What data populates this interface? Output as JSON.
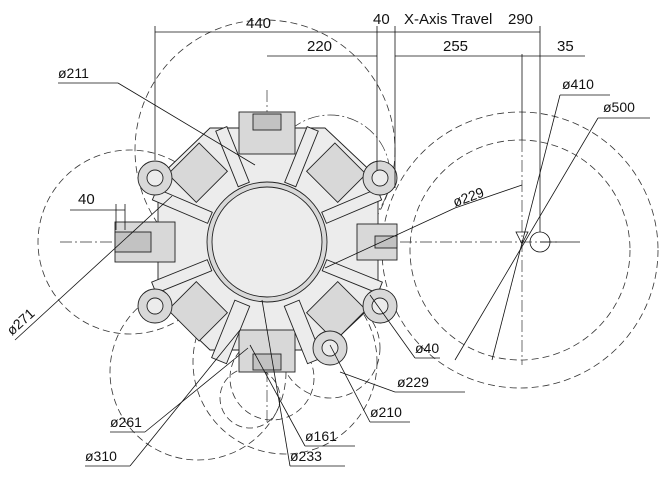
{
  "drawing": {
    "top_dimensions": {
      "d440": "440",
      "d40_top": "40",
      "x_axis_travel": "X-Axis Travel",
      "d290": "290",
      "d220": "220",
      "d255": "255",
      "d35": "35"
    },
    "left_dimension": {
      "d40_left": "40"
    },
    "callouts": {
      "c211": "ø211",
      "c410": "ø410",
      "c500": "ø500",
      "c229_upper": "ø229",
      "c271": "ø271",
      "c40": "ø40",
      "c229_lower": "ø229",
      "c210": "ø210",
      "c261": "ø261",
      "c161": "ø161",
      "c310": "ø310",
      "c233": "ø233"
    }
  }
}
